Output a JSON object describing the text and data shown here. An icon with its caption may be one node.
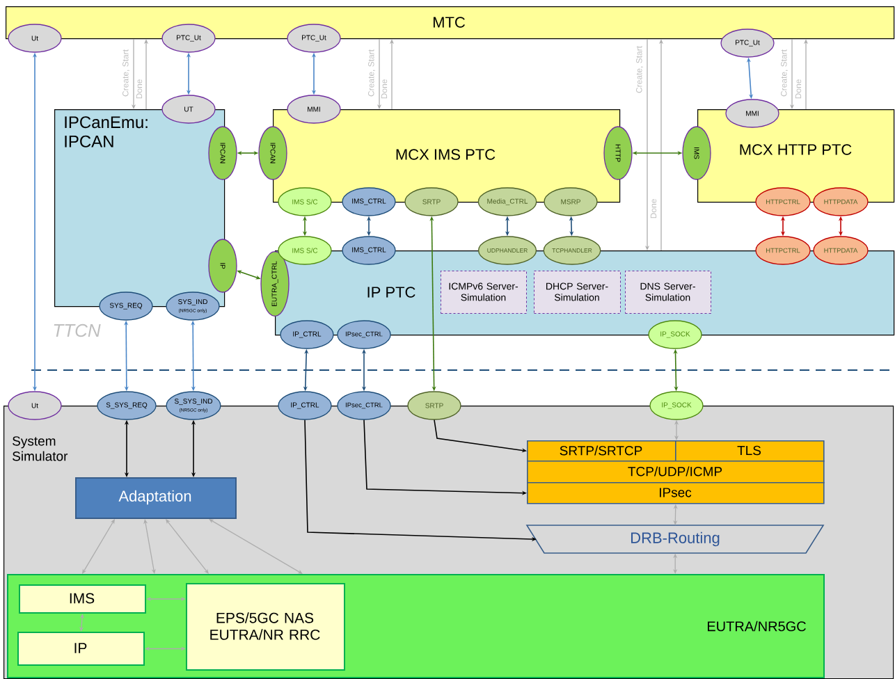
{
  "diagram": {
    "nodes": [
      {
        "text": [
          "MTC"
        ]
      },
      {
        "text": [
          "IPCanEmu: IPCAN"
        ]
      },
      {
        "text": [
          "MCX IMS PTC"
        ]
      },
      {
        "text": [
          "MCX HTTP PTC"
        ]
      },
      {
        "text": [
          "IP PTC"
        ]
      },
      {
        "text": [
          "System Simulator"
        ]
      },
      {
        "text": [
          "ICMPv6 Server-Simulation"
        ],
        "in": 4
      },
      {
        "text": [
          "DHCP Server-Simulation"
        ],
        "in": 4
      },
      {
        "text": [
          "DNS Server-Simulation"
        ],
        "in": 4
      },
      {
        "text": [
          "Adaptation"
        ],
        "in": 5
      },
      {
        "text": [
          "SRTP/SRTCP"
        ],
        "in": 5
      },
      {
        "text": [
          "TLS"
        ],
        "in": 5
      },
      {
        "text": [
          "TCP/UDP/ICMP"
        ],
        "in": 5
      },
      {
        "text": [
          "IPsec"
        ],
        "in": 5
      },
      {
        "text": [
          "DRB-Routing"
        ],
        "in": 5
      },
      {
        "text": [
          "EUTRA/NR5GC"
        ],
        "in": 5
      },
      {
        "text": [
          "IMS"
        ],
        "in": 15
      },
      {
        "text": [
          "IP"
        ],
        "in": 15
      },
      {
        "text": [
          "EPS/5GC NAS EUTRA/NR RRC"
        ],
        "in": 15
      },
      {
        "text": [
          "Ut"
        ]
      },
      {
        "text": [
          "PTC_Ut"
        ]
      },
      {
        "text": [
          "PTC_Ut"
        ]
      },
      {
        "text": [
          "PTC_Ut"
        ]
      },
      {
        "text": [
          "UT"
        ]
      },
      {
        "text": [
          "MMI"
        ]
      },
      {
        "text": [
          "MMI"
        ]
      },
      {
        "text": [
          "IPCAN"
        ]
      },
      {
        "text": [
          "IPCAN"
        ]
      },
      {
        "text": [
          "HTTP"
        ]
      },
      {
        "text": [
          "IMS"
        ]
      },
      {
        "text": [
          "IP"
        ]
      },
      {
        "text": [
          "EUTRA_CTRL"
        ]
      },
      {
        "text": [
          "IMS S/C"
        ]
      },
      {
        "text": [
          "IMS_CTRL"
        ]
      },
      {
        "text": [
          "SRTP"
        ]
      },
      {
        "text": [
          "Media_CTRL"
        ]
      },
      {
        "text": [
          "MSRP"
        ]
      },
      {
        "text": [
          "HTTPCTRL"
        ]
      },
      {
        "text": [
          "HTTPDATA"
        ]
      },
      {
        "text": [
          "IMS S/C"
        ]
      },
      {
        "text": [
          "IMS_CTRL"
        ]
      },
      {
        "text": [
          "UDPHANDLER"
        ]
      },
      {
        "text": [
          "TCPHANDLER"
        ]
      },
      {
        "text": [
          "HTTPCTRL"
        ]
      },
      {
        "text": [
          "HTTPDATA"
        ]
      },
      {
        "text": [
          "SYS_REQ"
        ]
      },
      {
        "text": [
          "SYS_IND",
          "(NR5GC only)"
        ]
      },
      {
        "text": [
          "IP_CTRL"
        ]
      },
      {
        "text": [
          "IPsec_CTRL"
        ]
      },
      {
        "text": [
          "IP_SOCK"
        ]
      },
      {
        "text": [
          "Ut"
        ]
      },
      {
        "text": [
          "S_SYS_REQ"
        ]
      },
      {
        "text": [
          "S_SYS_IND",
          "(NR5GC only)"
        ]
      },
      {
        "text": [
          "IP_CTRL"
        ]
      },
      {
        "text": [
          "IPsec_CTRL"
        ]
      },
      {
        "text": [
          "SRTP"
        ]
      },
      {
        "text": [
          "IP_SOCK"
        ]
      }
    ],
    "edges": [
      {
        "from": 19,
        "to": 50,
        "arrow": "both",
        "color": "#4a86c8"
      },
      {
        "from": 20,
        "to": 23,
        "arrow": "both",
        "color": "#4a86c8"
      },
      {
        "from": 21,
        "to": 24,
        "arrow": "both",
        "color": "#4a86c8"
      },
      {
        "from": 22,
        "to": 25,
        "arrow": "both",
        "color": "#4a86c8"
      },
      {
        "from": 0,
        "to": 1,
        "arrow": "to",
        "label": "Create, Start"
      },
      {
        "from": 1,
        "to": 0,
        "arrow": "to",
        "label": "Done"
      },
      {
        "from": 0,
        "to": 2,
        "arrow": "to",
        "label": "Create, Start"
      },
      {
        "from": 2,
        "to": 0,
        "arrow": "to",
        "label": "Done"
      },
      {
        "from": 0,
        "to": 4,
        "arrow": "to",
        "label": "Create, Start"
      },
      {
        "from": 4,
        "to": 0,
        "arrow": "to",
        "label": "Done"
      },
      {
        "from": 0,
        "to": 3,
        "arrow": "to",
        "label": "Create, Start"
      },
      {
        "from": 3,
        "to": 0,
        "arrow": "to",
        "label": "Done"
      },
      {
        "from": 26,
        "to": 27,
        "arrow": "both",
        "color": "#3d7a10"
      },
      {
        "from": 28,
        "to": 29,
        "arrow": "both",
        "color": "#3d7a10"
      },
      {
        "from": 30,
        "to": 31,
        "arrow": "both",
        "color": "#3d7a10"
      },
      {
        "from": 32,
        "to": 39,
        "arrow": "both",
        "color": "#3d7a10"
      },
      {
        "from": 33,
        "to": 40,
        "arrow": "both",
        "color": "#1f4e79"
      },
      {
        "from": 34,
        "to": 55,
        "arrow": "both",
        "color": "#3d7a10"
      },
      {
        "from": 35,
        "to": 41,
        "arrow": "both",
        "color": "#1f4e79"
      },
      {
        "from": 36,
        "to": 42,
        "arrow": "both",
        "color": "#1f4e79"
      },
      {
        "from": 37,
        "to": 43,
        "arrow": "both",
        "color": "#c00000"
      },
      {
        "from": 38,
        "to": 44,
        "arrow": "both",
        "color": "#c00000"
      },
      {
        "from": 45,
        "to": 51,
        "arrow": "both",
        "color": "#4a86c8"
      },
      {
        "from": 46,
        "to": 52,
        "arrow": "both",
        "color": "#4a86c8"
      },
      {
        "from": 47,
        "to": 53,
        "arrow": "both",
        "color": "#1f4e79"
      },
      {
        "from": 48,
        "to": 54,
        "arrow": "both",
        "color": "#1f4e79"
      },
      {
        "from": 49,
        "to": 56,
        "arrow": "both",
        "color": "#3d7a10"
      },
      {
        "from": 51,
        "to": 9,
        "arrow": "both",
        "color": "#000000"
      },
      {
        "from": 52,
        "to": 9,
        "arrow": "both",
        "color": "#000000"
      },
      {
        "from": 55,
        "to": 10,
        "arrow": "to",
        "color": "#000000"
      },
      {
        "from": 54,
        "to": 13,
        "arrow": "to",
        "color": "#000000"
      },
      {
        "from": 53,
        "to": 14,
        "arrow": "to",
        "color": "#000000"
      },
      {
        "from": 9,
        "to": 15,
        "arrow": "both"
      },
      {
        "from": 9,
        "to": 15,
        "arrow": "both"
      },
      {
        "from": 9,
        "to": 15,
        "arrow": "both"
      },
      {
        "from": 9,
        "to": 15,
        "arrow": "both"
      },
      {
        "from": 56,
        "to": 11,
        "arrow": "both"
      },
      {
        "from": 13,
        "to": 14,
        "arrow": "both"
      },
      {
        "from": 14,
        "to": 15,
        "arrow": "both"
      },
      {
        "from": 16,
        "to": 17,
        "arrow": "both"
      },
      {
        "from": 16,
        "to": 18,
        "arrow": "both"
      },
      {
        "from": 17,
        "to": 18,
        "arrow": "both"
      }
    ],
    "labels": [
      "TTCN"
    ]
  }
}
